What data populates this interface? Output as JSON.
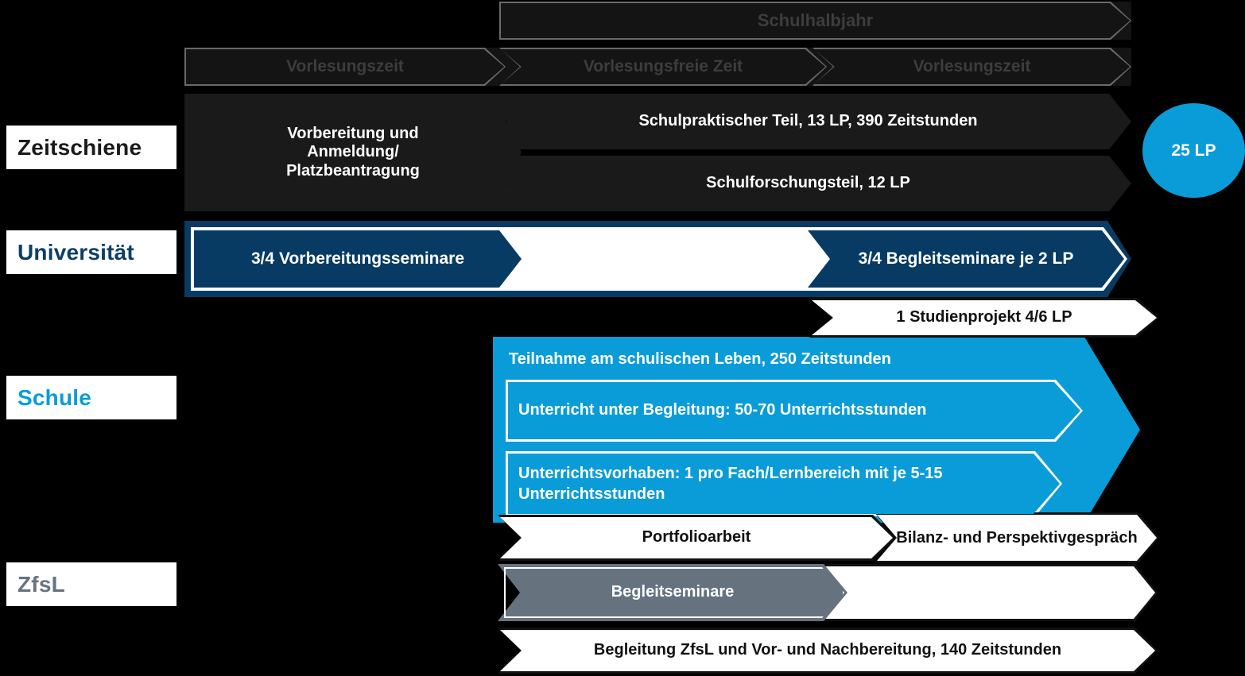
{
  "diagram": {
    "title": "Praxissemester Zeitschiene",
    "colors": {
      "background": "#000000",
      "dark_bar": "#1a1a1a",
      "header_stroke": "#6a6a6a",
      "header_text": "#3d3d3d",
      "university_blue": "#073b63",
      "school_blue": "#0a9cd8",
      "zfsl_gray": "#66737f",
      "white": "#ffffff",
      "black_text": "#111111"
    }
  },
  "row_labels": [
    {
      "key": "zeitschiene",
      "label": "Zeitschiene",
      "color": "#1a1a1a"
    },
    {
      "key": "universitaet",
      "label": "Universität",
      "color": "#0c3f67"
    },
    {
      "key": "schule",
      "label": "Schule",
      "color": "#0a9cd8"
    },
    {
      "key": "zfsl",
      "label": "ZfsL",
      "color": "#66737f"
    }
  ],
  "timeline_header": {
    "semester_band": {
      "label": "Schulhalbjahr"
    },
    "periods": [
      {
        "label": "Vorlesungszeit"
      },
      {
        "label": "Vorlesungsfreie Zeit"
      },
      {
        "label": "Vorlesungszeit"
      }
    ]
  },
  "zeitschiene": {
    "preparation": "Vorbereitung und\nAnmeldung/\nPlatzbeantragung",
    "preparation_lines": [
      "Vorbereitung und",
      "Anmeldung/",
      "Platzbeantragung"
    ],
    "practical_part": "Schulpraktischer Teil, 13 LP, 390 Zeitstunden",
    "research_part": "Schulforschungsteil, 12 LP",
    "credit_badge": "25 LP"
  },
  "universitaet": {
    "preparation_seminars": "3/4 Vorbereitungsseminare",
    "accompanying_seminars": "3/4 Begleitseminare je 2 LP",
    "study_project": "1 Studienprojekt 4/6 LP"
  },
  "schule": {
    "participation": "Teilnahme am schulischen Leben, 250 Zeitstunden",
    "guided_teaching": "Unterricht unter Begleitung: 50-70 Unterrichtsstunden",
    "teaching_projects_lines": [
      "Unterrichtsvorhaben: 1 pro Fach/Lernbereich mit je 5-15",
      "Unterrichtsstunden"
    ],
    "teaching_projects": "Unterrichtsvorhaben: 1 pro Fach/Lernbereich mit je 5-15 Unterrichtsstunden"
  },
  "zfsl": {
    "portfolio": "Portfolioarbeit",
    "review_talk_lines": [
      "Bilanz- und",
      "Perspektivgespräch"
    ],
    "review_talk": "Bilanz- und Perspektivgespräch",
    "accompanying_seminars": "Begleitseminare",
    "support": "Begleitung ZfsL und Vor- und Nachbereitung, 140 Zeitstunden"
  }
}
